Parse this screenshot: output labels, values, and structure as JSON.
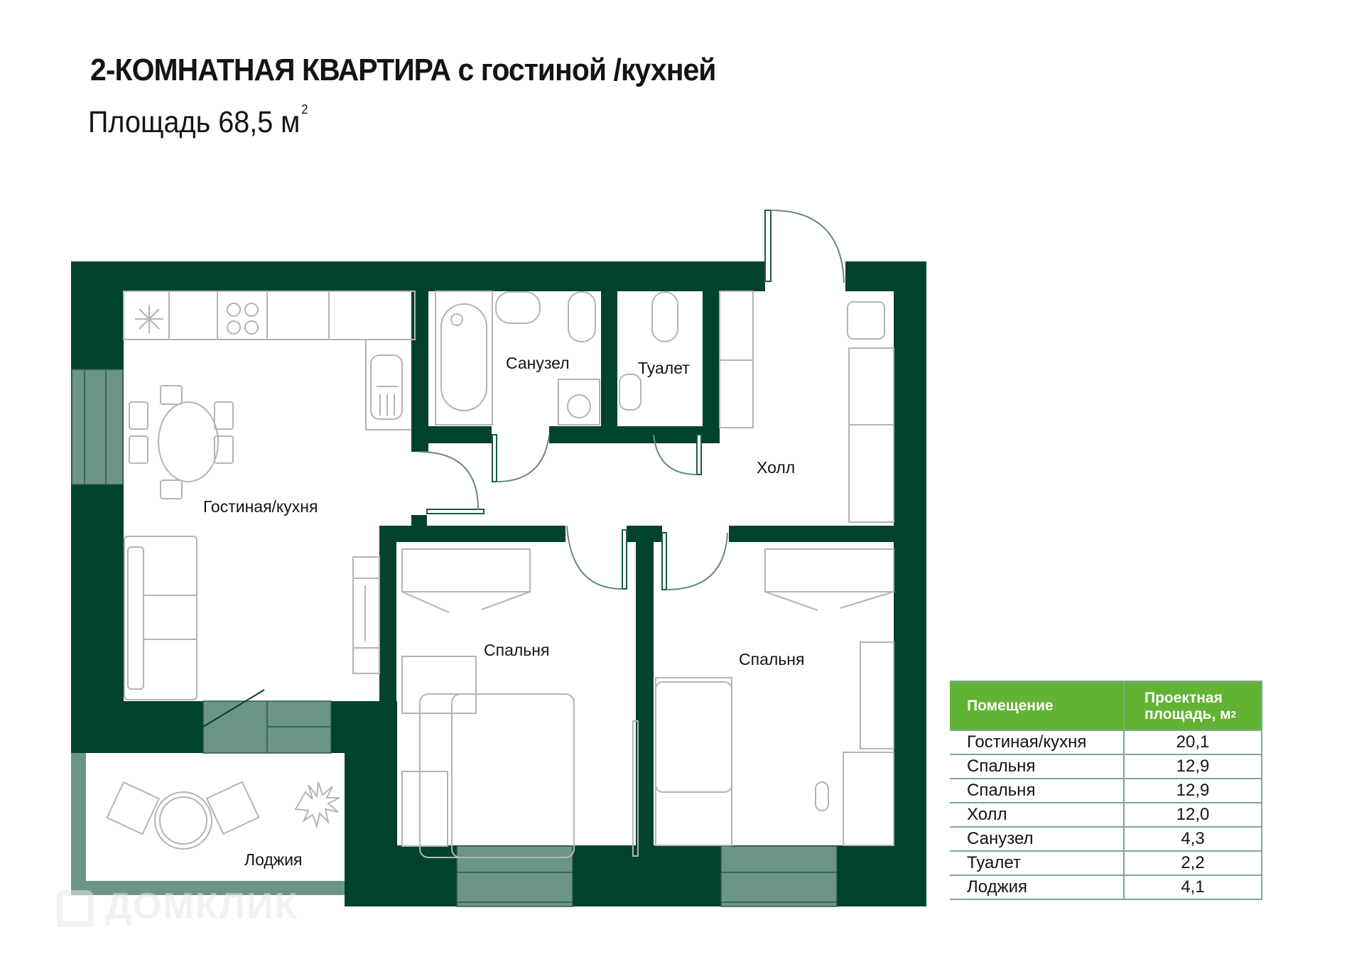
{
  "header": {
    "title": "2-КОМНАТНАЯ КВАРТИРА с гостиной /кухней",
    "area_label": "Площадь 68,5 м",
    "area_sup": "2"
  },
  "plan": {
    "colors": {
      "wall": "#00432a",
      "window": "#6b9585",
      "furniture": "#b4b4b4",
      "door_line": "#1e5a44"
    },
    "rooms": {
      "living_kitchen": "Гостиная/кухня",
      "bathroom": "Санузел",
      "toilet": "Туалет",
      "hall": "Холл",
      "bedroom1": "Спальня",
      "bedroom2": "Спальня",
      "loggia": "Лоджия"
    }
  },
  "table": {
    "header_color": "#62b233",
    "col1": "Помещение",
    "col2_line1": "Проектная",
    "col2_line2": "площадь, м",
    "col2_sup": "2",
    "rows": [
      {
        "room": "Гостиная/кухня",
        "area": "20,1"
      },
      {
        "room": "Спальня",
        "area": "12,9"
      },
      {
        "room": "Спальня",
        "area": "12,9"
      },
      {
        "room": "Холл",
        "area": "12,0"
      },
      {
        "room": "Санузел",
        "area": "4,3"
      },
      {
        "room": "Туалет",
        "area": "2,2"
      },
      {
        "room": "Лоджия",
        "area": "4,1"
      }
    ]
  },
  "watermark": "ДОМКЛИК"
}
